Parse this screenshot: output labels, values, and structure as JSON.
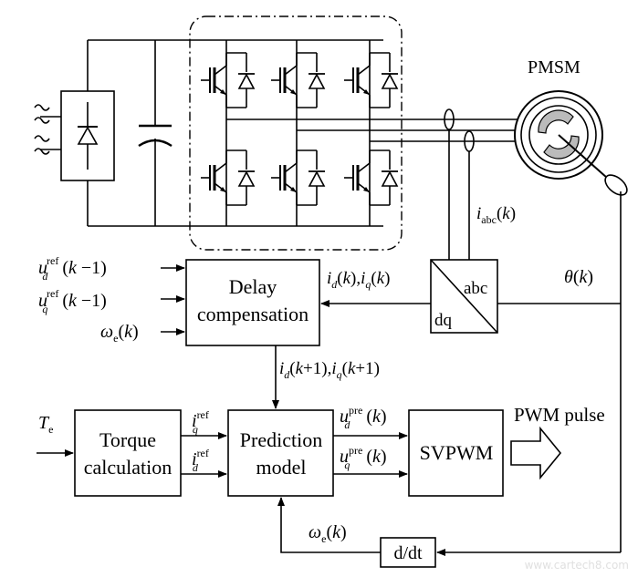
{
  "diagram": {
    "motor_label": "PMSM",
    "blocks": {
      "delay_compensation": [
        "Delay",
        "compensation"
      ],
      "torque_calculation": [
        "Torque",
        "calculation"
      ],
      "prediction_model": [
        "Prediction",
        "model"
      ],
      "svpwm": "SVPWM",
      "ddt": "d/dt"
    },
    "transform": {
      "top": "abc",
      "bottom": "dq"
    },
    "signals": {
      "iabc": "i_abc(k)",
      "theta": "θ(k)",
      "ud_ref_prev": "u_d^ref(k−1)",
      "uq_ref_prev": "u_q^ref(k−1)",
      "omega_e": "ω_e(k)",
      "id_iq": "i_d(k), i_q(k)",
      "id_iq_next": "i_d(k+1), i_q(k+1)",
      "Te": "T_e",
      "iq_ref": "i_q^ref",
      "id_ref": "i_d^ref",
      "ud_pre": "u_d^pre(k)",
      "uq_pre": "u_q^pre(k)",
      "omega_e_bottom": "ω_e(k)",
      "pwm": "PWM pulse"
    },
    "watermark": "www.cartech8.com"
  }
}
